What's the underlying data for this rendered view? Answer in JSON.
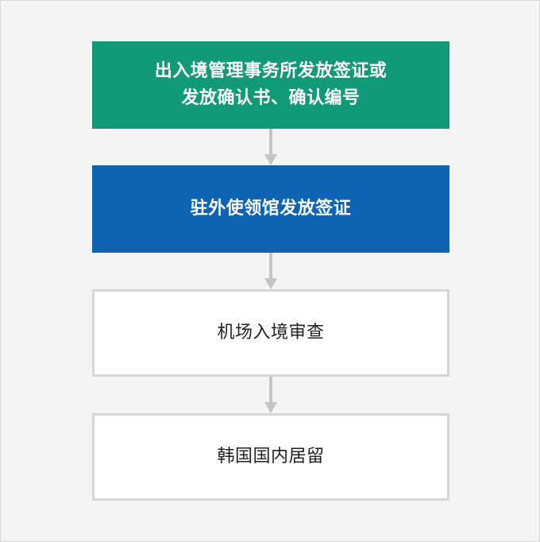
{
  "steps": [
    {
      "line1": "出入境管理事务所发放签证或",
      "line2": "发放确认书、确认编号"
    },
    {
      "label": "驻外使领馆发放签证"
    },
    {
      "label": "机场入境审查"
    },
    {
      "label": "韩国国内居留"
    }
  ],
  "colors": {
    "step1_bg": "#109a78",
    "step2_bg": "#0e63b2",
    "arrow": "#c4c4c4",
    "box_border": "#d6d6d6",
    "background": "#f4f4f4"
  },
  "icons": {
    "connector": "arrow-down-icon"
  }
}
